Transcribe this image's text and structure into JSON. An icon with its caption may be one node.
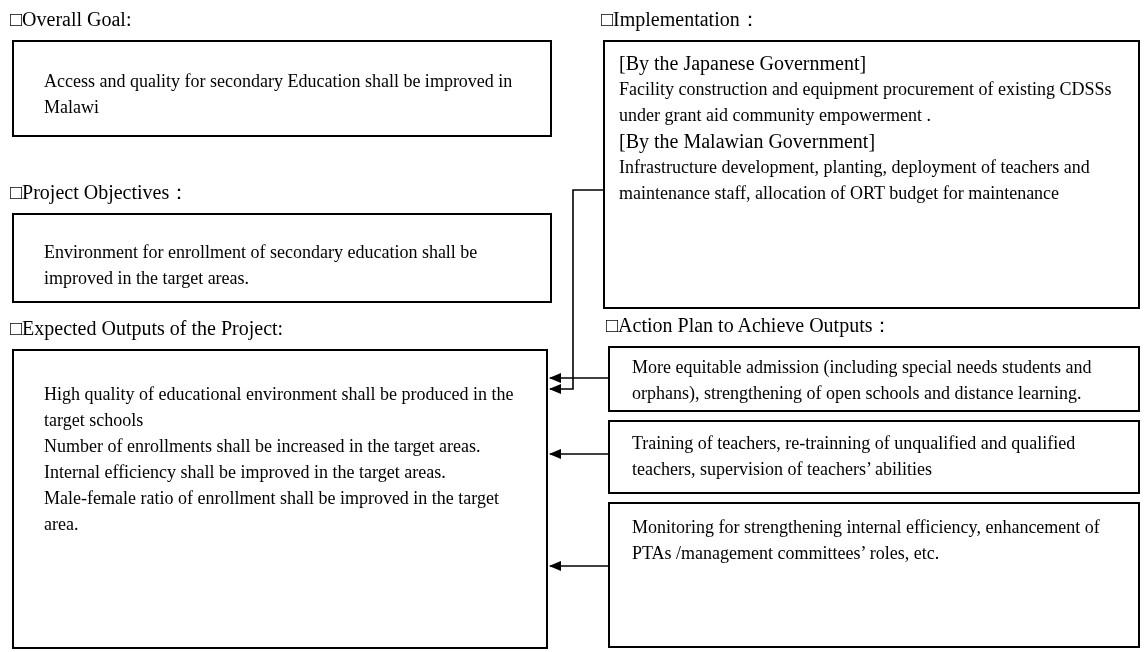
{
  "diagram": {
    "nodes": [
      {
        "text": [
          "□Overall Goal:",
          "Access and quality for secondary Education shall be improved in Malawi"
        ]
      },
      {
        "text": [
          "□Project Objectives：",
          "Environment for enrollment of secondary education shall be improved in the target areas."
        ]
      },
      {
        "text": [
          "□Expected Outputs of the Project:",
          "High quality of educational environment shall be produced in the target schools",
          "Number of enrollments shall be increased in the target areas.",
          "Internal efficiency shall be improved in the target areas.",
          "Male-female ratio of enrollment shall be improved in the target area."
        ]
      },
      {
        "text": [
          "□Implementation：",
          "[By the Japanese Government]",
          "Facility construction and equipment procurement of existing CDSSs under grant aid community empowerment .",
          "[By the Malawian Government]",
          "Infrastructure development, planting, deployment of teachers and maintenance staff, allocation of ORT budget for maintenance"
        ]
      },
      {
        "text": [
          "□Action Plan to Achieve Outputs：",
          "More equitable admission (including special needs students and orphans), strengthening of open schools and distance learning."
        ]
      },
      {
        "text": [
          "Training of teachers, re-trainning of unqualified and qualified teachers, supervision of teachers’ abilities"
        ]
      },
      {
        "text": [
          "Monitoring for strengthening internal efficiency, enhancement of PTAs /management committees’ roles, etc."
        ]
      }
    ],
    "edges": [
      {
        "from": 3,
        "to": 2,
        "arrow": "to"
      },
      {
        "from": 4,
        "to": 2,
        "arrow": "to"
      },
      {
        "from": 5,
        "to": 2,
        "arrow": "to"
      },
      {
        "from": 6,
        "to": 2,
        "arrow": "to"
      }
    ]
  }
}
